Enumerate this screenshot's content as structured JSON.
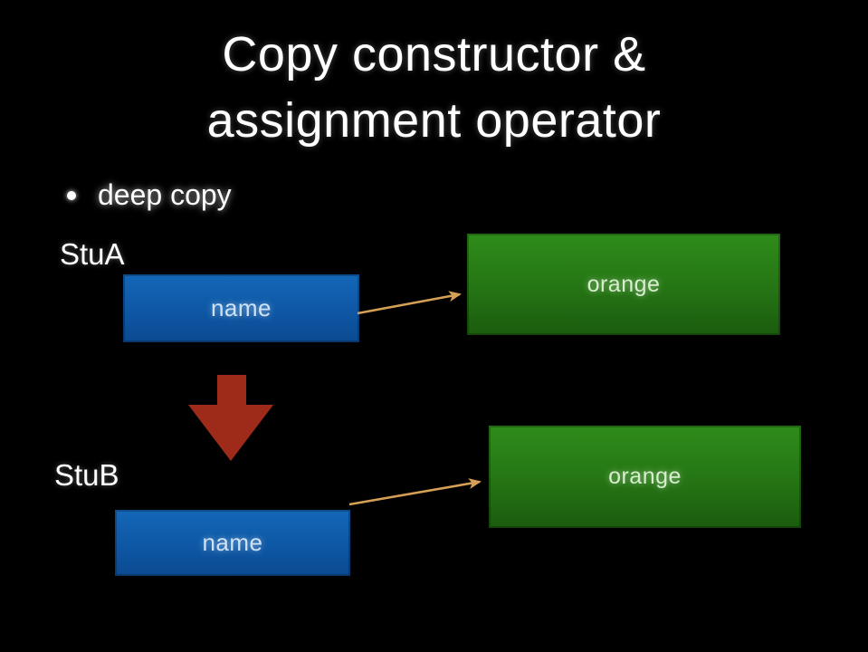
{
  "slide": {
    "title": {
      "full": "Copy constructor & assignment operator",
      "lines": [
        "Copy constructor &",
        "assignment operator"
      ]
    },
    "bullet": {
      "marker": "•",
      "text": "deep copy"
    },
    "diagram": {
      "stu_a": {
        "label": "StuA",
        "name_box": {
          "label": "name"
        },
        "value_box": {
          "label": "orange"
        }
      },
      "stu_b": {
        "label": "StuB",
        "name_box": {
          "label": "name"
        },
        "value_box": {
          "label": "orange"
        }
      },
      "icons": {
        "pointer_arrow_a": "right-arrow",
        "pointer_arrow_b": "right-arrow",
        "copy_arrow": "down-block-arrow"
      }
    },
    "colors": {
      "background": "#000000",
      "title_text": "#ffffff",
      "blue_box_top": "#1467b8",
      "blue_box_bottom": "#0b4a92",
      "blue_box_text": "#cde2f5",
      "green_box_top": "#2e8c19",
      "green_box_bottom": "#1b5c0e",
      "green_box_text": "#d7eecd",
      "pointer_arrow": "#d5a055",
      "copy_arrow": "#9e2b19"
    }
  }
}
